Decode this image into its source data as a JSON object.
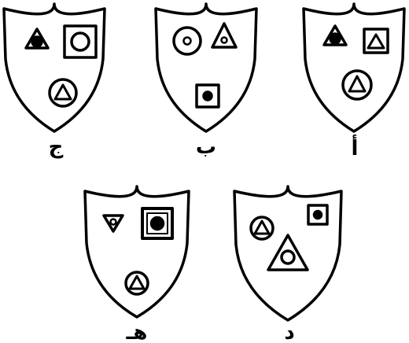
{
  "shields": [
    {
      "id": "a",
      "label": "أ",
      "contents": [
        "triangle-with-filled-dot",
        "square-with-triangle",
        "circle-with-triangle"
      ]
    },
    {
      "id": "b",
      "label": "ب",
      "contents": [
        "circle-with-small-circle",
        "triangle-with-small-circle",
        "square-with-filled-dot"
      ]
    },
    {
      "id": "c",
      "label": "ج",
      "contents": [
        "triangle-with-filled-dot",
        "square-with-circle",
        "circle-with-triangle"
      ]
    },
    {
      "id": "d",
      "label": "د",
      "contents": [
        "circle-with-triangle",
        "square-with-filled-dot",
        "triangle-with-circle"
      ]
    },
    {
      "id": "e",
      "label": "هـ",
      "contents": [
        "inverted-triangle-with-small-circle",
        "square-with-filled-dot",
        "circle-with-triangle"
      ]
    }
  ]
}
